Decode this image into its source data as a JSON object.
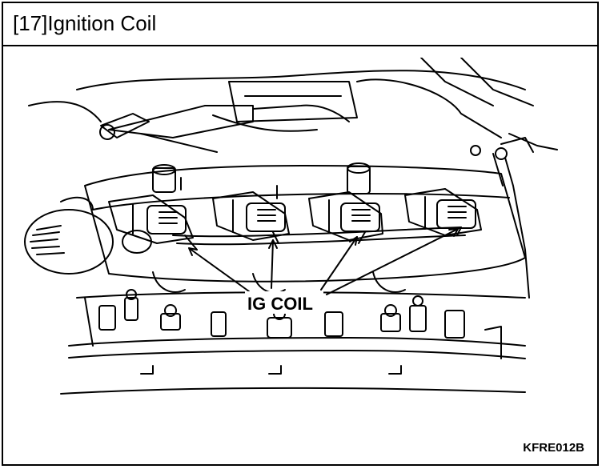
{
  "title": "[17]Ignition Coil",
  "callout": "IG COIL",
  "figure_code": "KFRE012B",
  "colors": {
    "ink": "#000000",
    "paper": "#ffffff"
  }
}
